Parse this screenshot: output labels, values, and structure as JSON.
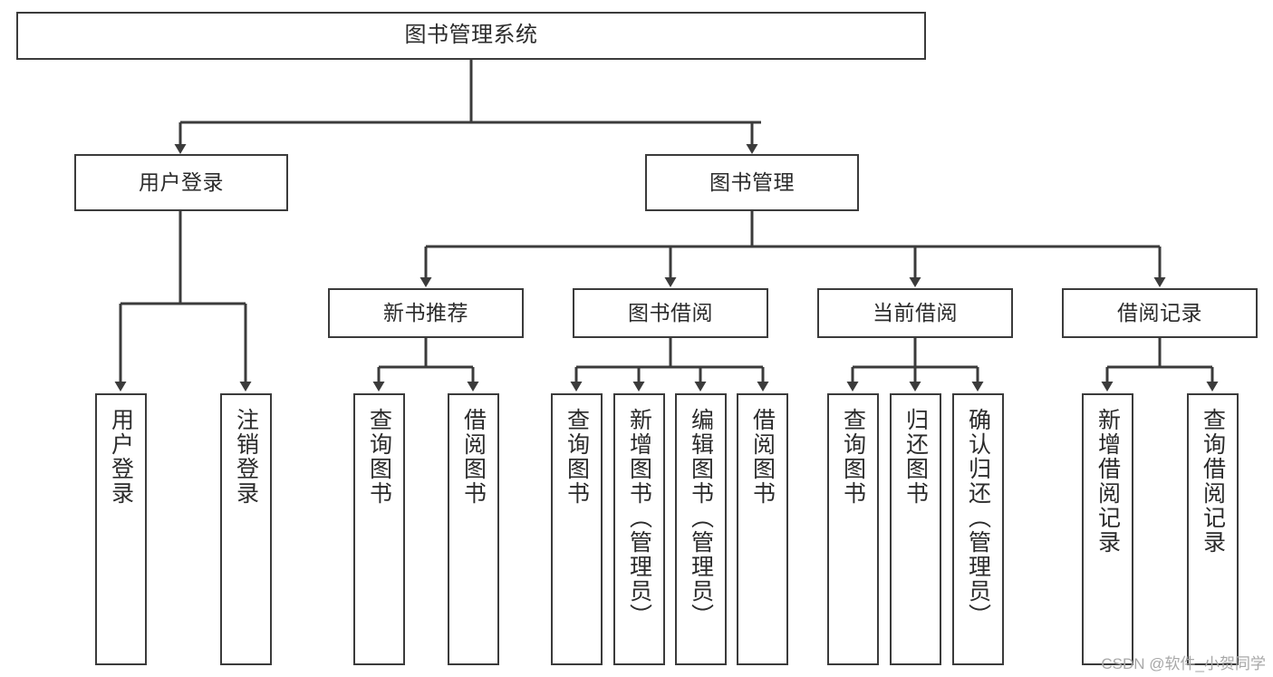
{
  "diagram": {
    "title": "图书管理系统",
    "type": "tree-hierarchy",
    "stroke_color": "#3b3b3b",
    "background_color": "#ffffff",
    "text_color": "#2b2b2b"
  },
  "root": {
    "label": "图书管理系统"
  },
  "level2": [
    {
      "label": "用户登录"
    },
    {
      "label": "图书管理"
    }
  ],
  "level3": [
    {
      "label": "新书推荐"
    },
    {
      "label": "图书借阅"
    },
    {
      "label": "当前借阅"
    },
    {
      "label": "借阅记录"
    }
  ],
  "leaves": {
    "user_login": [
      {
        "label": "用户登录"
      },
      {
        "label": "注销登录"
      }
    ],
    "new_book": [
      {
        "label": "查询图书"
      },
      {
        "label": "借阅图书"
      }
    ],
    "book_borrow": [
      {
        "label": "查询图书"
      },
      {
        "label": "新增图书（管理员）"
      },
      {
        "label": "编辑图书（管理员）"
      },
      {
        "label": "借阅图书"
      }
    ],
    "current_borrow": [
      {
        "label": "查询图书"
      },
      {
        "label": "归还图书"
      },
      {
        "label": "确认归还（管理员）"
      }
    ],
    "borrow_record": [
      {
        "label": "新增借阅记录"
      },
      {
        "label": "查询借阅记录"
      }
    ]
  },
  "watermark": {
    "text": "CSDN @软件_小贺同学"
  }
}
